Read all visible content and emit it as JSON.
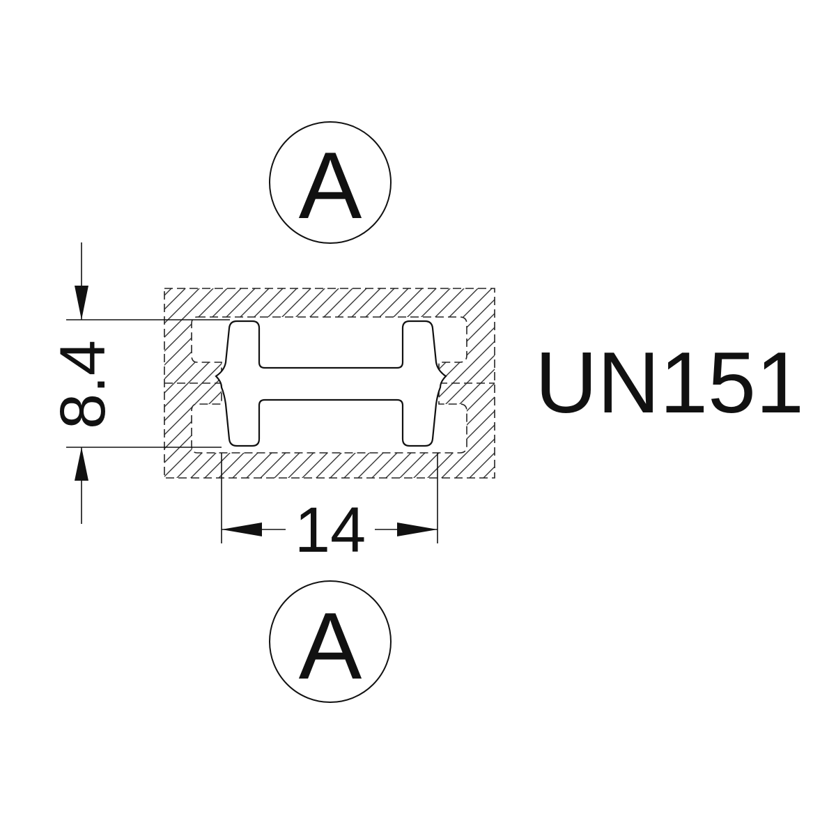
{
  "section_marks": {
    "top": {
      "letter": "A"
    },
    "bottom": {
      "letter": "A"
    }
  },
  "dimensions": {
    "height": {
      "value": "8.4"
    },
    "width": {
      "value": "14"
    }
  },
  "part_code": "UN151",
  "colors": {
    "line": "#111111",
    "background": "#ffffff"
  }
}
